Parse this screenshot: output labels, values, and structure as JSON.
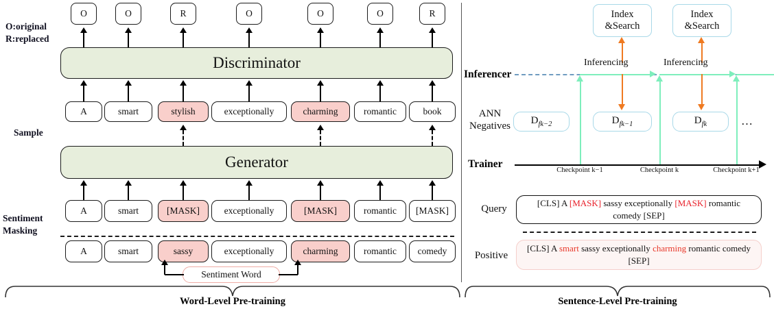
{
  "left": {
    "legend_line1": "O:original",
    "legend_line2": "R:replaced",
    "label_sample": "Sample",
    "label_sentiment_masking_l1": "Sentiment",
    "label_sentiment_masking_l2": "Masking",
    "discriminator": "Discriminator",
    "generator": "Generator",
    "sentiment_word": "Sentiment Word",
    "caption": "Word-Level Pre-training",
    "output_labels": [
      "O",
      "O",
      "R",
      "O",
      "O",
      "O",
      "R"
    ],
    "sample_tokens": [
      {
        "text": "A",
        "highlight": false
      },
      {
        "text": "smart",
        "highlight": false
      },
      {
        "text": "stylish",
        "highlight": true
      },
      {
        "text": "exceptionally",
        "highlight": false
      },
      {
        "text": "charming",
        "highlight": true
      },
      {
        "text": "romantic",
        "highlight": false
      },
      {
        "text": "book",
        "highlight": false
      }
    ],
    "masked_tokens": [
      {
        "text": "A",
        "highlight": false
      },
      {
        "text": "smart",
        "highlight": false
      },
      {
        "text": "[MASK]",
        "highlight": true
      },
      {
        "text": "exceptionally",
        "highlight": false
      },
      {
        "text": "[MASK]",
        "highlight": true
      },
      {
        "text": "romantic",
        "highlight": false
      },
      {
        "text": "[MASK]",
        "highlight": false
      }
    ],
    "original_tokens": [
      {
        "text": "A",
        "highlight": false
      },
      {
        "text": "smart",
        "highlight": false
      },
      {
        "text": "sassy",
        "highlight": true
      },
      {
        "text": "exceptionally",
        "highlight": false
      },
      {
        "text": "charming",
        "highlight": true
      },
      {
        "text": "romantic",
        "highlight": false
      },
      {
        "text": "comedy",
        "highlight": false
      }
    ]
  },
  "right": {
    "label_inferencer": "Inferencer",
    "label_ann_l1": "ANN",
    "label_ann_l2": "Negatives",
    "label_trainer": "Trainer",
    "label_query": "Query",
    "label_positive": "Positive",
    "caption": "Sentence-Level Pre-training",
    "index_boxes": [
      {
        "line1": "Index",
        "line2": "&Search"
      },
      {
        "line1": "Index",
        "line2": "&Search"
      }
    ],
    "inferencing_labels": [
      "Inferencing",
      "Inferencing"
    ],
    "ann_boxes": [
      {
        "base": "D",
        "sub": "fk−2"
      },
      {
        "base": "D",
        "sub": "fk−1"
      },
      {
        "base": "D",
        "sub": "fk"
      }
    ],
    "ann_ellipsis": "…",
    "checkpoints": [
      "Checkpoint k−1",
      "Checkpoint k",
      "Checkpoint k+1"
    ],
    "query_text": {
      "pre": "[CLS] A ",
      "mask1": "[MASK]",
      "mid": " sassy exceptionally ",
      "mask2": "[MASK]",
      "post": " romantic comedy [SEP]"
    },
    "positive_text": {
      "pre": "[CLS] A ",
      "w1": "smart",
      "mid": " sassy exceptionally ",
      "w2": "charming",
      "post": " romantic comedy [SEP]"
    }
  },
  "colors": {
    "module_fill": "#e7eedc",
    "highlight_pink": "#f9cfcb",
    "accent_green": "#7eeebc",
    "accent_orange": "#ef7a21",
    "accent_blue": "#6f9bc0",
    "box_blue_border": "#a8d8e8",
    "red_text": "#e8202a"
  }
}
